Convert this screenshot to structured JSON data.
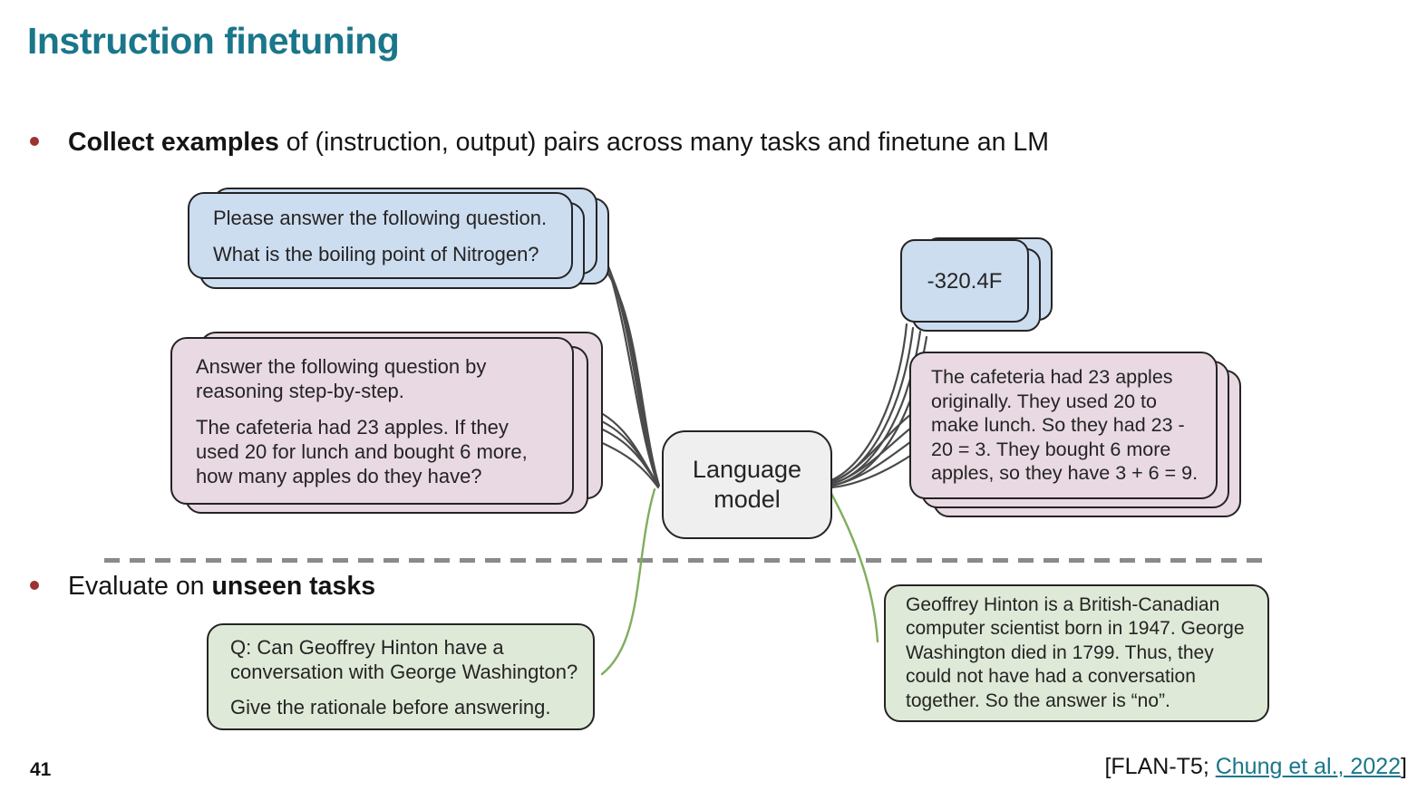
{
  "slide": {
    "title": "Instruction finetuning",
    "page_number": "41",
    "bullet1": {
      "bold": "Collect examples",
      "rest": " of (instruction, output) pairs across many tasks and finetune an LM"
    },
    "bullet2": {
      "pre": "Evaluate on ",
      "bold": "unseen tasks"
    },
    "citation": {
      "prefix": "[FLAN-T5; ",
      "link": "Chung et al., 2022",
      "suffix": "]"
    }
  },
  "diagram": {
    "blue_instruction": {
      "para1": "Please answer the following question.",
      "para2": "What is the boiling point of Nitrogen?"
    },
    "pink_instruction": {
      "para1": [
        "Answer the following question by",
        "reasoning step-by-step."
      ],
      "para2": [
        "The cafeteria had 23 apples. If they",
        "used 20 for lunch and bought 6 more,",
        "how many apples do they have?"
      ]
    },
    "language_model": [
      "Language",
      "model"
    ],
    "blue_output": "-320.4F",
    "pink_output": [
      "The cafeteria had 23 apples",
      "originally. They used 20 to",
      "make lunch. So they had 23 -",
      "20 = 3. They bought 6 more",
      "apples, so they have 3 + 6 = 9."
    ],
    "green_question": {
      "para1": [
        "Q: Can Geoffrey Hinton have a",
        "conversation with George Washington?"
      ],
      "para2": [
        "Give the rationale before answering."
      ]
    },
    "green_answer": [
      "Geoffrey Hinton is a British-Canadian",
      "computer scientist born in 1947. George",
      "Washington died in 1799. Thus, they",
      "could not have had a conversation",
      "together. So the answer is “no”."
    ]
  },
  "colors": {
    "accent_teal": "#1a768a",
    "bullet_maroon": "#9b3330",
    "card_blue": "#cdddf0",
    "card_pink": "#e9d9e3",
    "card_green": "#dfe9d8",
    "card_gray": "#f0efef",
    "connector_gray": "#4a4a4a",
    "connector_green": "#7fae5f",
    "divider_gray": "#8a8a8a"
  }
}
